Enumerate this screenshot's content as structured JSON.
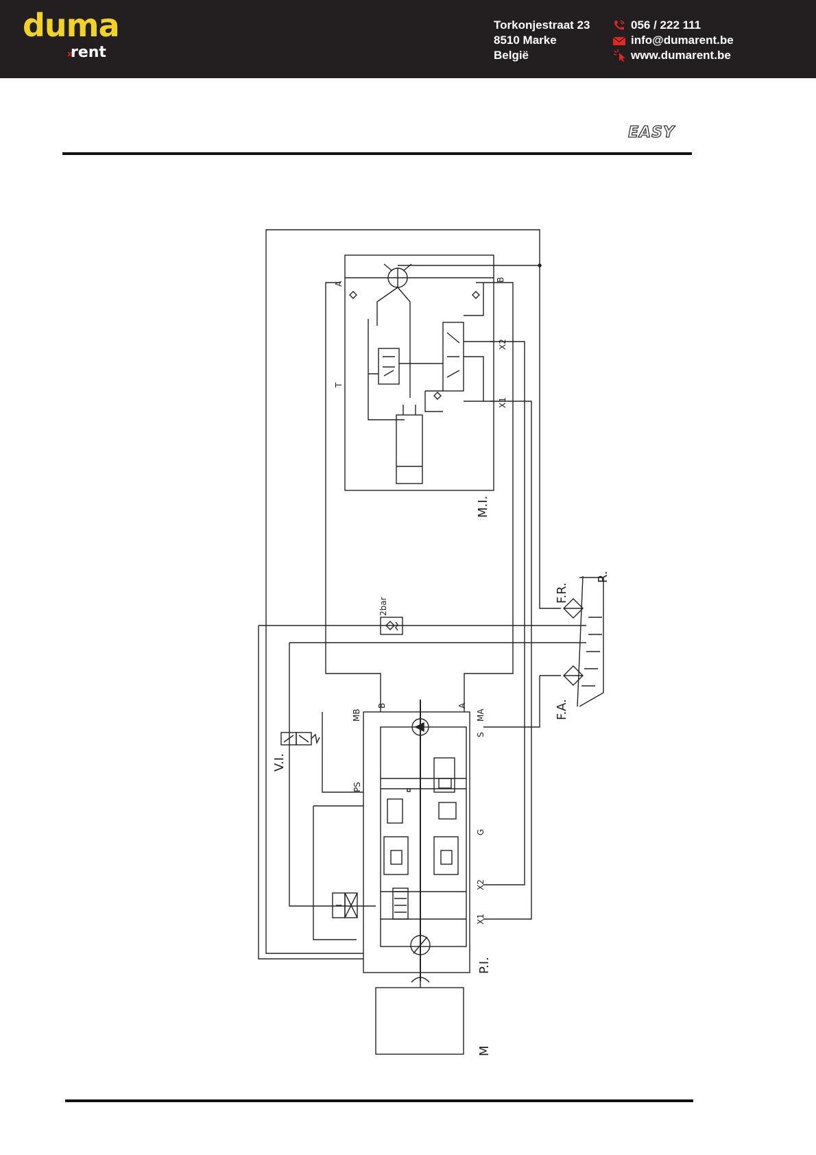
{
  "header": {
    "logo_main": "duma",
    "logo_sub": "rent",
    "address": [
      "Torkonjestraat 23",
      "8510 Marke",
      "België"
    ],
    "phone": "056 / 222 111",
    "email": "info@dumarent.be",
    "website": "www.dumarent.be",
    "icons": [
      "phone-icon",
      "mail-icon",
      "web-cursor-icon"
    ],
    "colors": {
      "background": "#231f20",
      "logo_yellow": "#f2d323",
      "accent_red": "#e52521"
    }
  },
  "brand_mark": "EASY",
  "diagram": {
    "labels": {
      "mi": "M.I.",
      "pi": "P.I.",
      "m": "M",
      "vi": "V.I.",
      "fr": "F.R.",
      "fa": "F.A.",
      "r": "R.",
      "check_valve": "2bar"
    },
    "ports": {
      "a": "A",
      "b": "B",
      "t": "T",
      "x1": "X1",
      "x2": "X2",
      "ma": "MA",
      "mb": "MB",
      "s": "S",
      "g": "G",
      "ps": "PS"
    }
  }
}
